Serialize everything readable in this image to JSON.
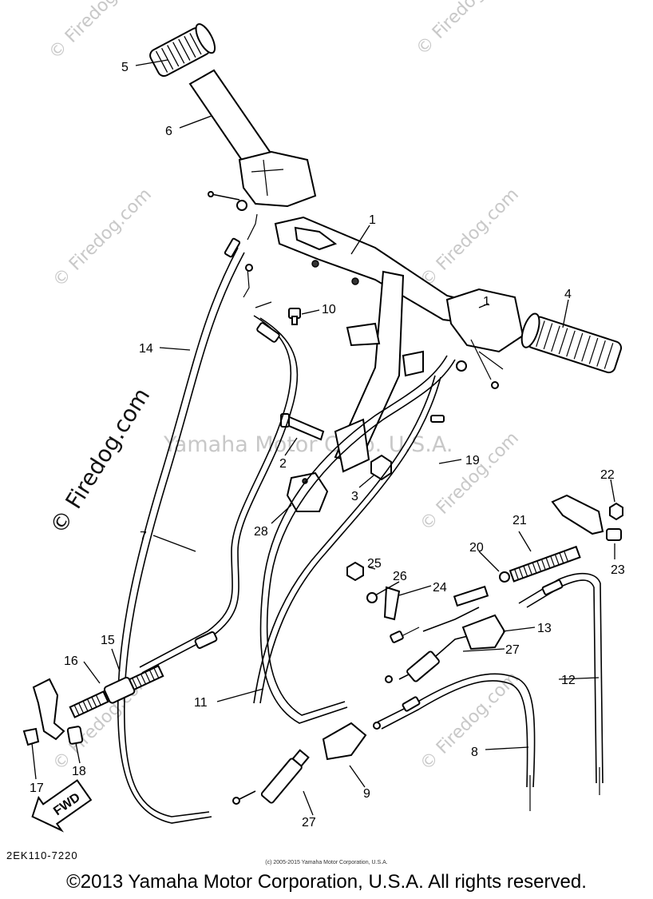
{
  "watermark": {
    "brand": "© Firedog.com",
    "center_text": "Yamaha Motor Corp. U.S.A."
  },
  "callouts": [
    "1",
    "1",
    "2",
    "3",
    "4",
    "5",
    "6",
    "7",
    "8",
    "9",
    "10",
    "11",
    "12",
    "13",
    "14",
    "15",
    "16",
    "17",
    "18",
    "19",
    "20",
    "21",
    "22",
    "23",
    "24",
    "25",
    "26",
    "27",
    "27",
    "28"
  ],
  "fwd_label": "FWD",
  "diagram_code": "2EK110-7220",
  "small_copyright": "(c) 2005-2015 Yamaha Motor Corporation, U.S.A.",
  "copyright": "©2013 Yamaha Motor Corporation, U.S.A. All rights reserved."
}
